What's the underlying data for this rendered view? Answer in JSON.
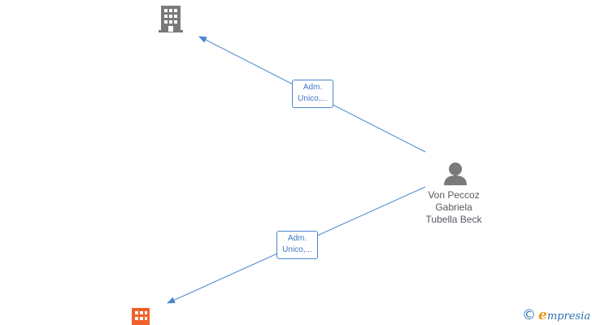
{
  "nodes": {
    "company_top": {
      "type": "company",
      "color": "#7a7a7a",
      "icon": "building-icon"
    },
    "company_bottom": {
      "type": "company",
      "color": "#f0602a",
      "icon": "building-icon"
    },
    "person": {
      "type": "person",
      "color": "#7a7a7a",
      "icon": "person-icon",
      "name_lines": [
        "Von Peccoz",
        "Gabriela",
        "Tubella Beck"
      ]
    }
  },
  "edges": [
    {
      "from": "person",
      "to": "company_top",
      "label_lines": [
        "Adm.",
        "Unico,..."
      ]
    },
    {
      "from": "person",
      "to": "company_bottom",
      "label_lines": [
        "Adm.",
        "Unico,..."
      ]
    }
  ],
  "colors": {
    "edge": "#4a86d0",
    "label_text": "#3f78c6"
  },
  "brand": {
    "copyright_symbol": "©",
    "initial": "e",
    "rest": "mpresia"
  }
}
